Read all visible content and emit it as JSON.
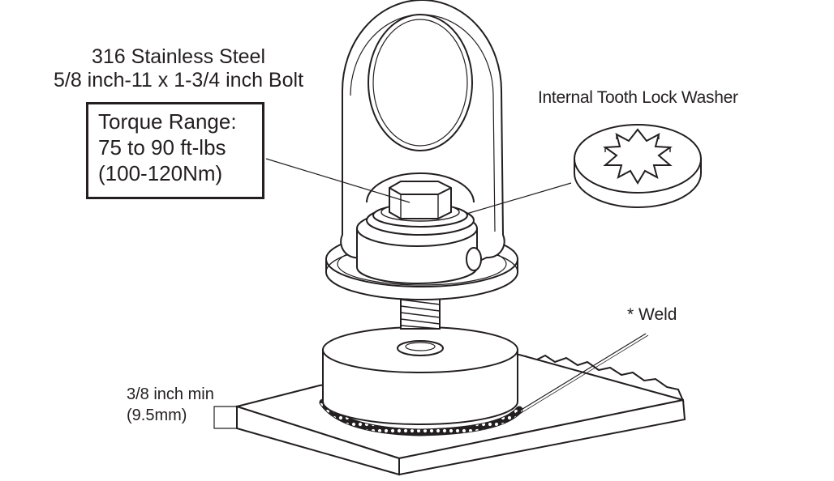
{
  "bolt": {
    "material": "316 Stainless Steel",
    "size": "5/8 inch-11 x 1-3/4 inch Bolt"
  },
  "torque": {
    "heading": "Torque Range:",
    "imperial": "75 to 90 ft-lbs",
    "metric": "(100-120Nm)"
  },
  "washer": {
    "label": "Internal Tooth Lock Washer"
  },
  "weld": {
    "label": "* Weld"
  },
  "plate": {
    "thickness_imperial": "3/8 inch min",
    "thickness_metric": "(9.5mm)"
  },
  "colors": {
    "stroke": "#231f20",
    "fill": "#ffffff"
  }
}
